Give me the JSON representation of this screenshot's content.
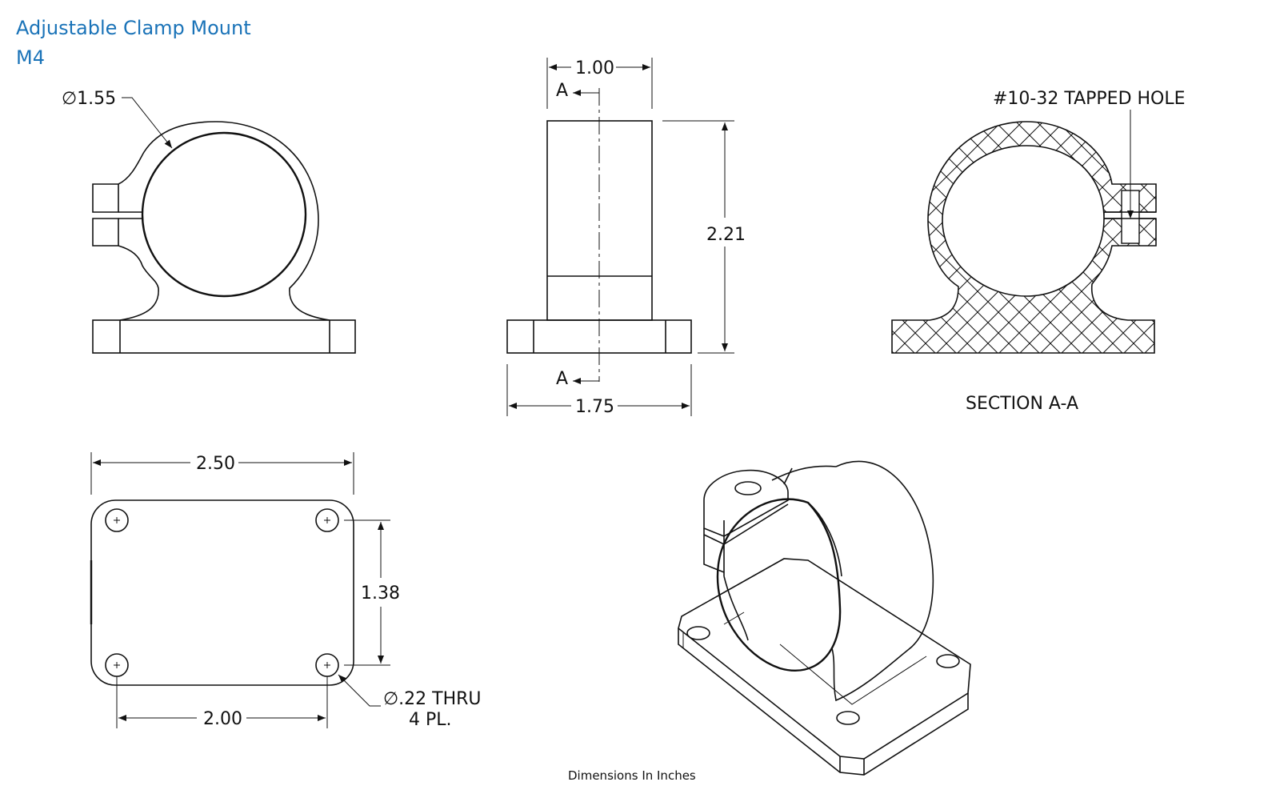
{
  "header": {
    "title": "Adjustable Clamp Mount",
    "subtitle": "M4"
  },
  "dimensions": {
    "bore_diameter": "1.55",
    "width": "1.00",
    "height": "2.21",
    "base_depth": "1.75",
    "base_length": "2.50",
    "hole_spacing_y": "1.38",
    "hole_spacing_x": "2.00",
    "hole_size": ".22 THRU",
    "hole_count": "4 PL.",
    "section_marker": "A",
    "section_marker_bottom": "A"
  },
  "labels": {
    "tapped_hole": "#10-32 TAPPED HOLE",
    "section_title": "SECTION  A-A",
    "diameter_symbol": "∅",
    "footer": "Dimensions In Inches"
  },
  "colors": {
    "title": "#1a73b8",
    "line": "#111111"
  }
}
